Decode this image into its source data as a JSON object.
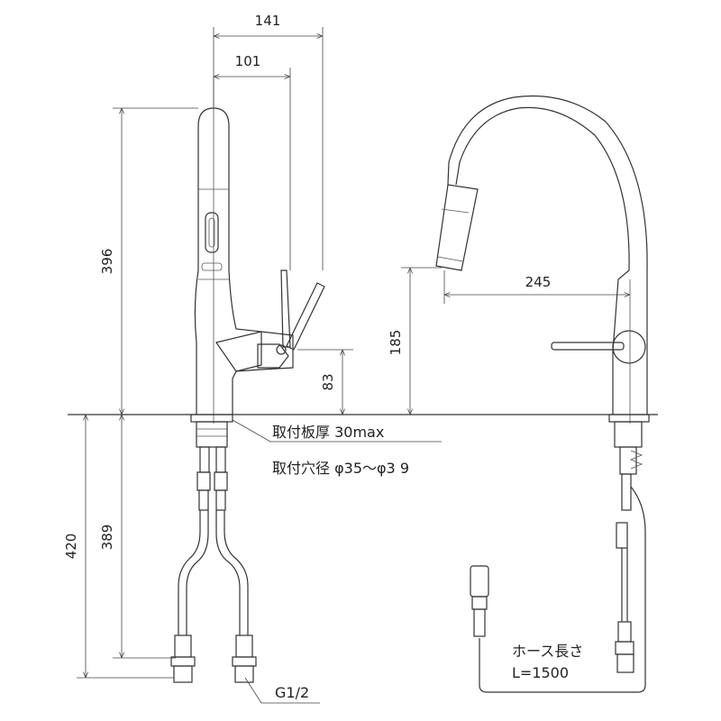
{
  "dimensions": {
    "d141": "141",
    "d101": "101",
    "d396": "396",
    "d83": "83",
    "d185": "185",
    "d245": "245",
    "d420": "420",
    "d389": "389"
  },
  "notes": {
    "plate_thickness": "取付板厚 30max",
    "hole_diameter": "取付穴径 φ35～φ3 9",
    "thread": "G1/2",
    "hose_label": "ホース長さ",
    "hose_length": "L=1500"
  }
}
